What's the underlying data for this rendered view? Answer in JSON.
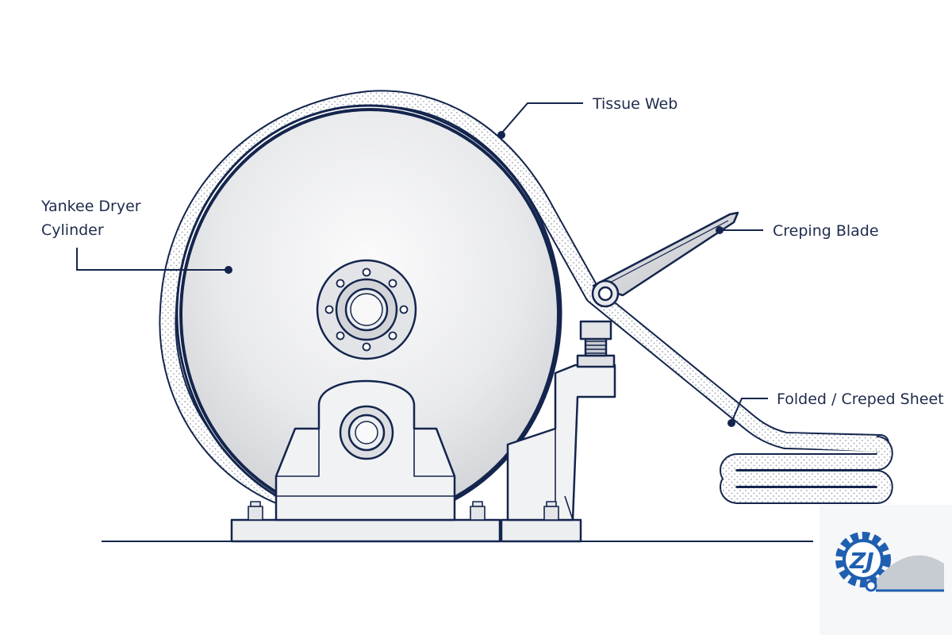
{
  "labels": {
    "tissue_web": "Tissue Web",
    "yankee_line1": "Yankee Dryer",
    "yankee_line2": "Cylinder",
    "creping_blade": "Creping Blade",
    "folded_sheet": "Folded / Creped Sheet"
  },
  "logo": {
    "text": "ZJ"
  },
  "colors": {
    "line": "#14254d",
    "metal_light": "#f4f4f6",
    "metal_mid": "#d9dadd",
    "web_fill": "#ffffff",
    "logo_blue": "#1f5fb0",
    "logo_gray": "#9aa3ad"
  }
}
